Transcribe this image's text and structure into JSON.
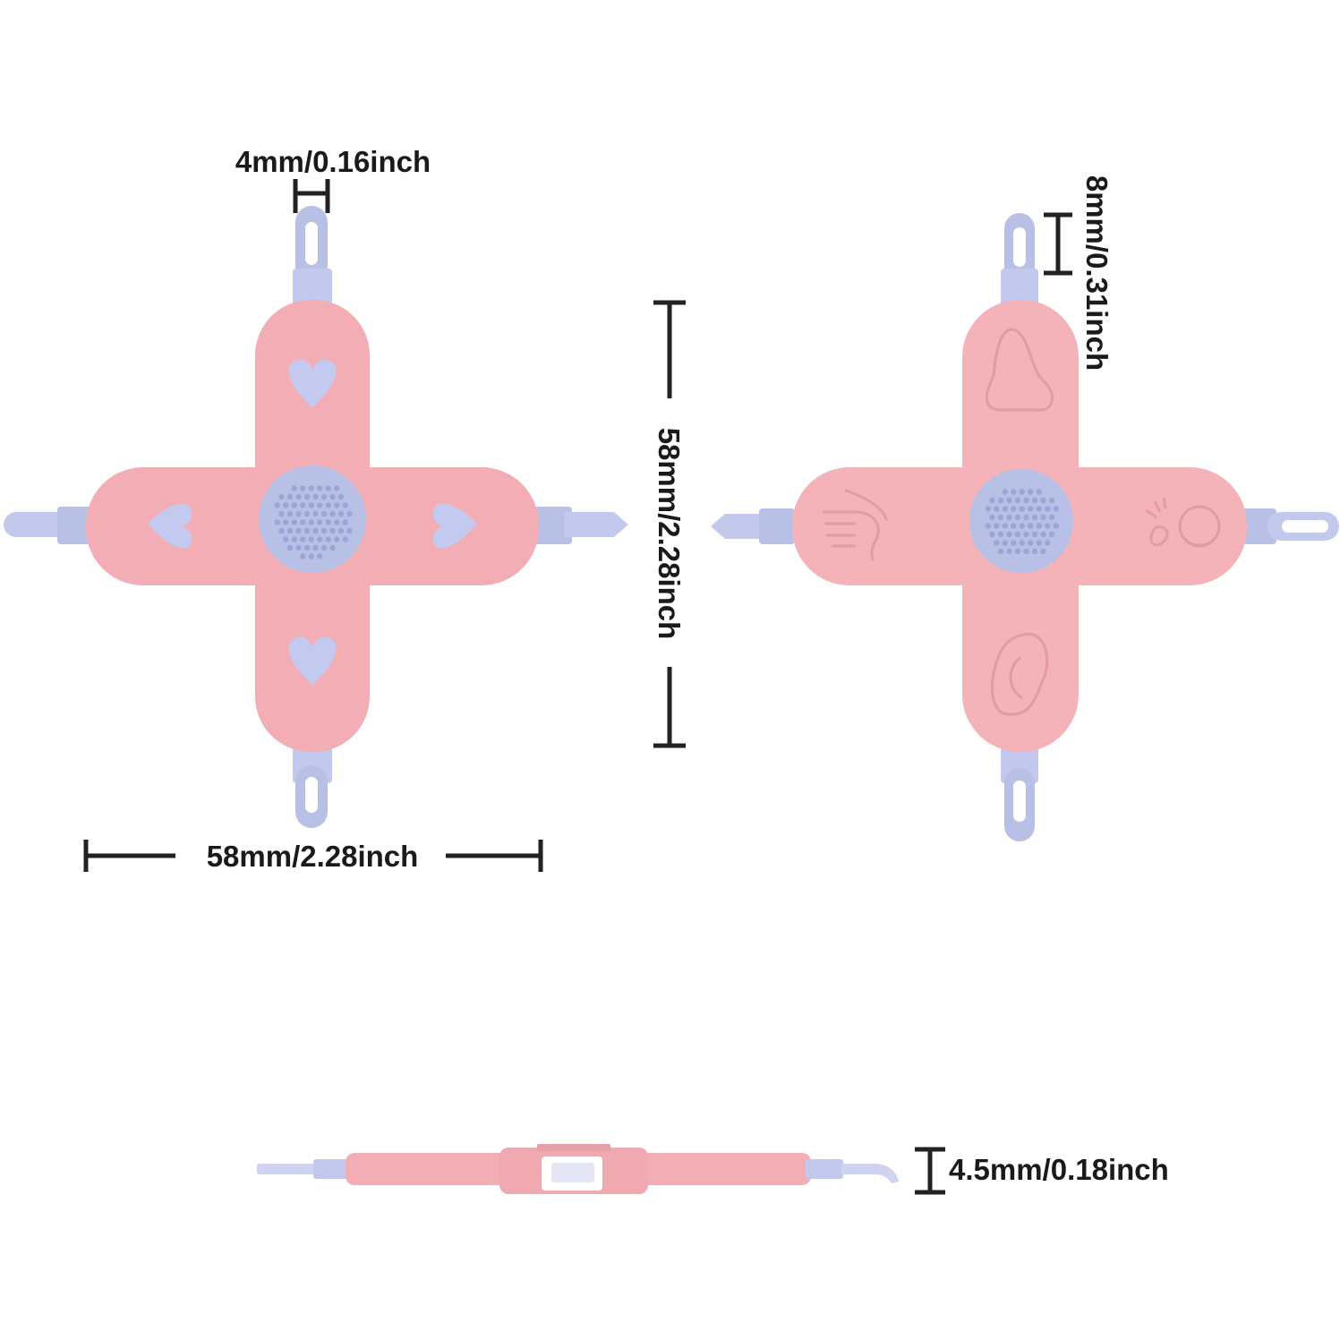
{
  "colors": {
    "body_pink": "#f2aeb4",
    "body_pink_light": "#f7c3c8",
    "tool_lavender": "#b9c0e6",
    "tool_lavender_dark": "#9aa3d6",
    "dimension_line": "#222222"
  },
  "dimensions": {
    "handle_width": "4mm/0.16inch",
    "handle_length": "8mm/0.31inch",
    "total_height": "58mm/2.28inch",
    "total_width": "58mm/2.28inch",
    "thickness": "4.5mm/0.18inch"
  },
  "views": {
    "front": {
      "arm_icons": [
        "heart-icon",
        "heart-icon",
        "heart-icon",
        "heart-icon"
      ],
      "center": "massage-nub-pad"
    },
    "back": {
      "arm_icons": [
        "nose-icon",
        "hand-icon",
        "baby-face-icon",
        "ear-icon"
      ],
      "center": "massage-nub-pad"
    },
    "side": {
      "switch": "slide-switch"
    }
  }
}
